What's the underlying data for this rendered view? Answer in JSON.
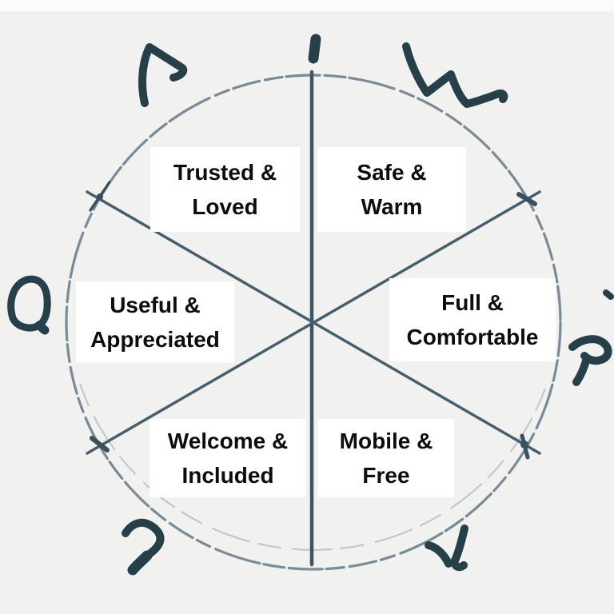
{
  "diagram": {
    "type": "wheel",
    "sector_count": 6,
    "style": "hand-drawn sketch circle divided by one vertical line and two diagonals into six sectors"
  },
  "wheel": {
    "segments": [
      {
        "id": "trusted-loved",
        "position": "upper-left",
        "line1": "Trusted &",
        "line2": "Loved"
      },
      {
        "id": "safe-warm",
        "position": "upper-right",
        "line1": "Safe &",
        "line2": "Warm"
      },
      {
        "id": "useful-appreciated",
        "position": "middle-left",
        "line1": "Useful &",
        "line2": "Appreciated"
      },
      {
        "id": "full-comfortable",
        "position": "middle-right",
        "line1": "Full &",
        "line2": "Comfortable"
      },
      {
        "id": "welcome-included",
        "position": "lower-left",
        "line1": "Welcome &",
        "line2": "Included"
      },
      {
        "id": "mobile-free",
        "position": "lower-right",
        "line1": "Mobile &",
        "line2": "Free"
      }
    ],
    "decorations": [
      {
        "name": "handwritten-caret-mark",
        "glyph": "Λ",
        "position": "top-left outside circle"
      },
      {
        "name": "handwritten-tick-mark",
        "glyph": "'",
        "position": "top center above circle"
      },
      {
        "name": "handwritten-w-mark",
        "glyph": "W",
        "position": "top-right outside circle"
      },
      {
        "name": "handwritten-d-mark",
        "glyph": "D",
        "position": "left outside circle"
      },
      {
        "name": "handwritten-r-mark",
        "glyph": "R",
        "position": "right outside circle"
      },
      {
        "name": "handwritten-dot-mark",
        "glyph": "·",
        "position": "right edge"
      },
      {
        "name": "handwritten-two-mark",
        "glyph": "2",
        "position": "bottom-left outside circle"
      },
      {
        "name": "handwritten-v-mark",
        "glyph": "v",
        "position": "bottom-right outside circle"
      }
    ],
    "colors": {
      "ink_dark": "#26404a",
      "line": "#46606b",
      "circle": "#69818c",
      "background": "#f1f1f0",
      "label_background": "#ffffff",
      "text": "#0d0d0d"
    }
  }
}
